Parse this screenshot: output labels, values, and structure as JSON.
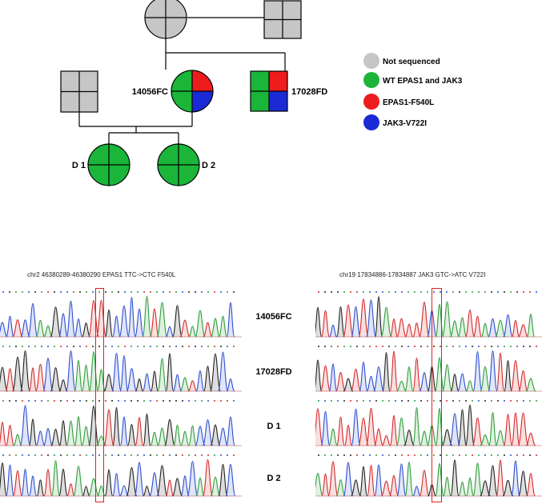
{
  "colors": {
    "not_sequenced": "#c6c6c6",
    "wt": "#1bb53a",
    "epas1": "#ee1c1c",
    "jak3": "#1a2bd6",
    "trace_a": "#2e9d3a",
    "trace_c": "#2e4fd0",
    "trace_g": "#222222",
    "trace_t": "#d42b2b",
    "highlight": "#e02020"
  },
  "pedigree": {
    "individuals": [
      {
        "id": "grandmother",
        "label": "",
        "shape": "circle",
        "status": [
          "not_sequenced",
          "not_sequenced",
          "not_sequenced",
          "not_sequenced"
        ]
      },
      {
        "id": "grandfather",
        "label": "",
        "shape": "square",
        "status": [
          "not_sequenced",
          "not_sequenced",
          "not_sequenced",
          "not_sequenced"
        ]
      },
      {
        "id": "father",
        "label": "",
        "shape": "square",
        "status": [
          "not_sequenced",
          "not_sequenced",
          "not_sequenced",
          "not_sequenced"
        ]
      },
      {
        "id": "mother",
        "label": "14056FC",
        "shape": "circle",
        "status": [
          "wt",
          "epas1",
          "wt",
          "jak3"
        ]
      },
      {
        "id": "uncle",
        "label": "17028FD",
        "shape": "square",
        "status": [
          "wt",
          "epas1",
          "wt",
          "jak3"
        ]
      },
      {
        "id": "d1",
        "label": "D 1",
        "shape": "circle",
        "status": [
          "wt",
          "wt",
          "wt",
          "wt"
        ]
      },
      {
        "id": "d2",
        "label": "D 2",
        "shape": "circle",
        "status": [
          "wt",
          "wt",
          "wt",
          "wt"
        ]
      }
    ]
  },
  "legend": [
    {
      "color_key": "not_sequenced",
      "label": "Not sequenced"
    },
    {
      "color_key": "wt",
      "label": "WT EPAS1 and JAK3"
    },
    {
      "color_key": "epas1",
      "label": "EPAS1-F540L"
    },
    {
      "color_key": "jak3",
      "label": "JAK3-V722I"
    }
  ],
  "chromatograms": {
    "left_title": "chr2 46380289-46380290  EPAS1 TTC->CTC F540L",
    "right_title": "chr19 17834886-17834887  JAK3 GTC->ATC V722I",
    "samples": [
      "14056FC",
      "17028FD",
      "D 1",
      "D 2"
    ]
  }
}
